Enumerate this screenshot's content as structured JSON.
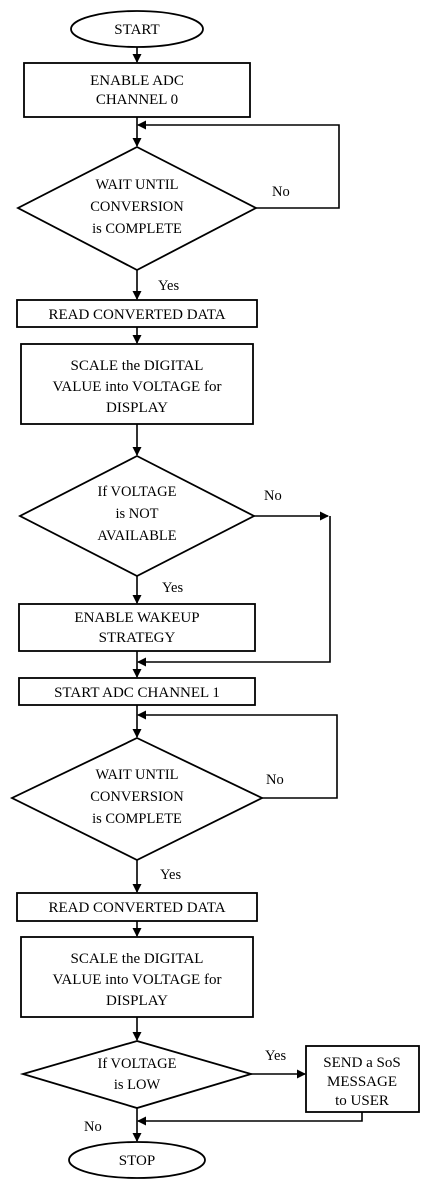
{
  "flowchart": {
    "start": "START",
    "enable_adc0": [
      "ENABLE ADC",
      "CHANNEL 0"
    ],
    "wait1": [
      "WAIT UNTIL",
      "CONVERSION",
      "is COMPLETE"
    ],
    "no1": "No",
    "yes1": "Yes",
    "read1": "READ CONVERTED DATA",
    "scale1": [
      "SCALE the DIGITAL",
      "VALUE into VOLTAGE for",
      "DISPLAY"
    ],
    "check_avail": [
      "If VOLTAGE",
      "is NOT",
      "AVAILABLE"
    ],
    "no2": "No",
    "yes2": "Yes",
    "wakeup": [
      "ENABLE WAKEUP",
      "STRATEGY"
    ],
    "start_adc1": "START ADC CHANNEL 1",
    "wait2": [
      "WAIT UNTIL",
      "CONVERSION",
      "is COMPLETE"
    ],
    "no3": "No",
    "yes3": "Yes",
    "read2": "READ CONVERTED DATA",
    "scale2": [
      "SCALE the DIGITAL",
      "VALUE into VOLTAGE for",
      "DISPLAY"
    ],
    "check_low": [
      "If VOLTAGE",
      "is LOW"
    ],
    "yes4": "Yes",
    "no4": "No",
    "sos": [
      "SEND a SoS",
      "MESSAGE",
      "to USER"
    ],
    "stop": "STOP"
  }
}
